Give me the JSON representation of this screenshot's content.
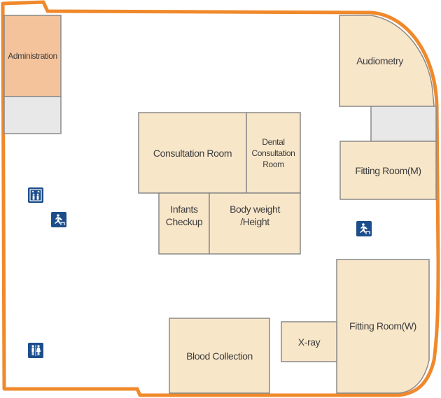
{
  "floor_plan": {
    "colors": {
      "outline": "#f0892b",
      "room_fill": "#f8e6c9",
      "room_stroke": "#8a8a8a",
      "admin_fill": "#f4c39b",
      "service_fill": "#e8e8e8",
      "icon_bg": "#1c4e8c"
    },
    "rooms": {
      "administration": "Administration",
      "audiometry": "Audiometry",
      "consultation_room": "Consultation Room",
      "dental_consultation_room": "Dental\nConsultation\nRoom",
      "fitting_room_m": "Fitting Room(M)",
      "infants_checkup": "Infants\nCheckup",
      "body_weight_height": "Body weight\n/Height",
      "fitting_room_w": "Fitting Room(W)",
      "x_ray": "X-ray",
      "blood_collection": "Blood Collection"
    },
    "icons": [
      "elevator-icon",
      "emergency-exit-icon",
      "emergency-exit-icon",
      "restroom-icon"
    ]
  }
}
